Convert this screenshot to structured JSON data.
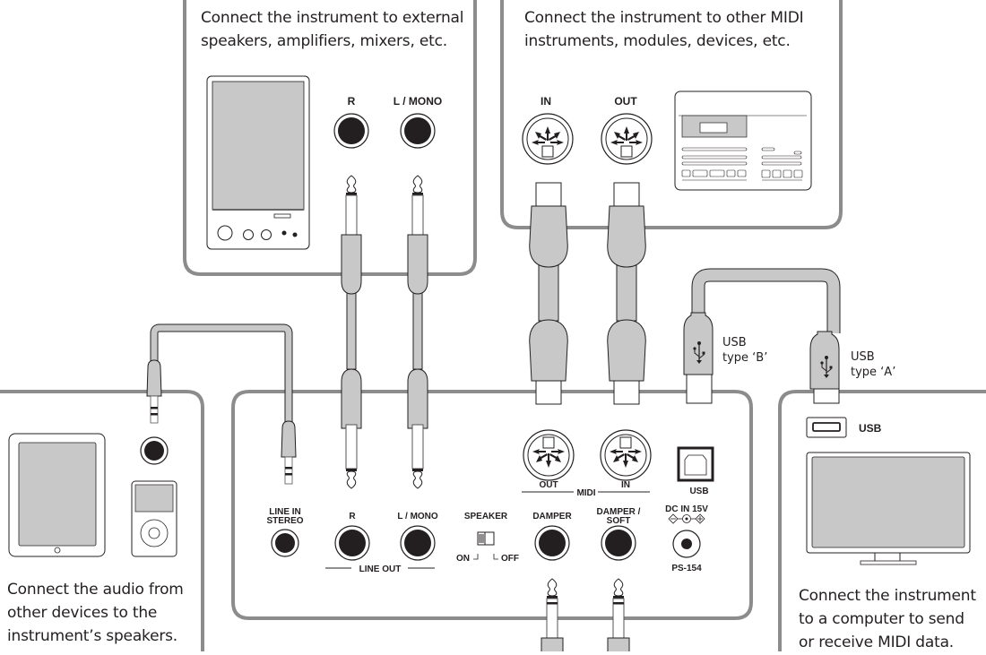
{
  "panels": {
    "external_audio": {
      "caption_line1": "Connect the instrument to external",
      "caption_line2": "speakers, amplifiers, mixers, etc.",
      "jacks": [
        "R",
        "L / MONO"
      ]
    },
    "midi_devices": {
      "caption_line1": "Connect the instrument to other MIDI",
      "caption_line2": "instruments, modules, devices, etc.",
      "jacks": [
        "IN",
        "OUT"
      ]
    },
    "audio_input": {
      "caption_line1": "Connect the audio from",
      "caption_line2": "other devices to the",
      "caption_line3": "instrument’s speakers."
    },
    "computer": {
      "port_label": "USB",
      "caption_line1": "Connect the instrument",
      "caption_line2": "to a computer to send",
      "caption_line3": "or receive MIDI data."
    },
    "instrument": {
      "line_in_1": "LINE IN",
      "line_in_2": "STEREO",
      "line_out_r": "R",
      "line_out_l": "L / MONO",
      "line_out_group": "LINE OUT",
      "speaker": "SPEAKER",
      "speaker_on": "ON",
      "speaker_off": "OFF",
      "damper": "DAMPER",
      "damper_soft_1": "DAMPER /",
      "damper_soft_2": "SOFT",
      "midi_out": "OUT",
      "midi_in": "IN",
      "midi_group": "MIDI",
      "usb": "USB",
      "dc_in": "DC IN 15V",
      "adapter": "PS-154"
    }
  },
  "cables": {
    "usb_b_1": "USB",
    "usb_b_2": "type ‘B’",
    "usb_a_1": "USB",
    "usb_a_2": "type ‘A’"
  },
  "colors": {
    "panel_border": "#8c8c8c",
    "plug_fill": "#c8c8c8",
    "ink": "#231f20",
    "screen_fill": "#c8c8c8"
  }
}
